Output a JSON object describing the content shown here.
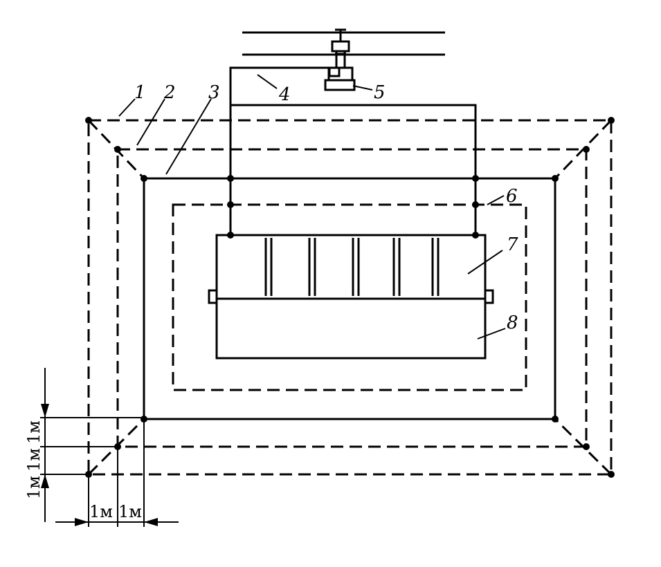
{
  "labels": {
    "l1": "1",
    "l2": "2",
    "l3": "3",
    "l4": "4",
    "l5": "5",
    "l6": "6",
    "l7": "7",
    "l8": "8"
  },
  "dimensions": {
    "v_upper": "1м",
    "v_mid": "1м",
    "v_lower": "1м",
    "h_left": "1м",
    "h_right": "1м"
  },
  "colors": {
    "ink": "#000000",
    "paper": "#ffffff"
  }
}
